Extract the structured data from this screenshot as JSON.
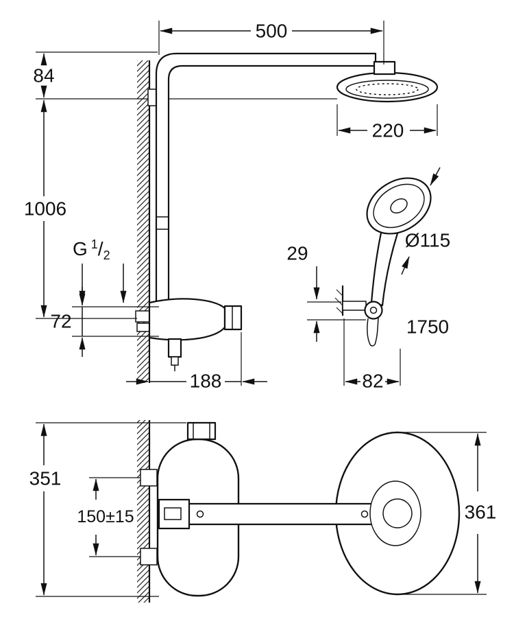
{
  "colors": {
    "line": "#111111",
    "background": "#ffffff"
  },
  "views": {
    "elevation": {
      "dim_width": "500",
      "dim_arm_drop": "84",
      "dim_head_diameter": "220",
      "dim_height": "1006",
      "thread_label_g": "G",
      "thread_num": "1",
      "thread_slash": "/",
      "thread_den": "2",
      "dim_inlet_offset": "72",
      "dim_projection": "188",
      "dim_hand_shower_diameter": "Ø115",
      "dim_holder_offset": "29",
      "dim_hose_length": "1750",
      "dim_holder_projection": "82"
    },
    "plan": {
      "dim_body_height": "351",
      "dim_inlet_spacing": "150±15",
      "dim_head_diameter": "361"
    }
  }
}
